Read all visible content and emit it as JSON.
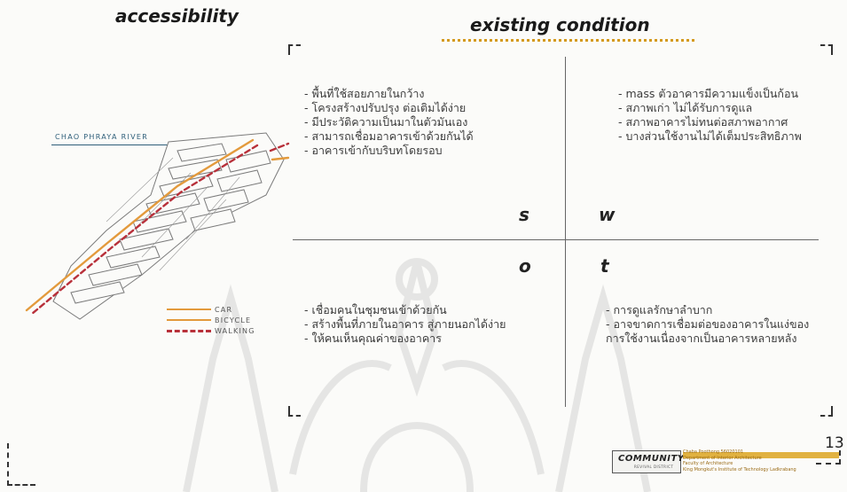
{
  "headings": {
    "left": "accessibility",
    "right": "existing condition"
  },
  "map": {
    "river_label": "CHAO PHRAYA RIVER"
  },
  "legend": [
    {
      "label": "CAR",
      "color": "#e39a3c",
      "style": "solid"
    },
    {
      "label": "BICYCLE",
      "color": "#e39a3c",
      "style": "solid"
    },
    {
      "label": "WALKING",
      "color": "#b8303a",
      "style": "dashed"
    }
  ],
  "swot": {
    "s": {
      "letter": "s",
      "items": [
        "- พื้นที่ใช้สอยภายในกว้าง",
        "- โครงสร้างปรับปรุง ต่อเติมได้ง่าย",
        "- มีประวัติความเป็นมาในตัวมันเอง",
        "- สามารถเชื่อมอาคารเข้าด้วยกันได้",
        "- อาคารเข้ากับบริบทโดยรอบ"
      ]
    },
    "w": {
      "letter": "w",
      "items": [
        "- mass ตัวอาคารมีความแข็งเป็นก้อน",
        "- สภาพเก่า ไม่ได้รับการดูแล",
        "- สภาพอาคารไม่ทนต่อสภาพอากาศ",
        "- บางส่วนใช้งานไม่ได้เต็มประสิทธิภาพ"
      ]
    },
    "o": {
      "letter": "o",
      "items": [
        "- เชื่อมคนในชุมชนเข้าด้วยกัน",
        "- สร้างพื้นที่ภายในอาคาร สู่ภายนอกได้ง่าย",
        "- ให้คนเห็นคุณค่าของอาคาร"
      ]
    },
    "t": {
      "letter": "t",
      "items": [
        "- การดูแลรักษาลำบาก",
        "- อาจขาดการเชื่อมต่อของอาคารในแง่ของการใช้งานเนื่องจากเป็นอาคารหลายหลัง"
      ]
    }
  },
  "footer": {
    "page_number": "13",
    "logo_main": "COMMUNITY",
    "logo_sub": "REVIVAL DISTRICT",
    "credits": [
      "Chaba Poothong 56020101",
      "Department of Interior Architecture",
      "Faculty of Architecture",
      "King Mongkut's Institute of Technology Ladkrabang"
    ]
  }
}
